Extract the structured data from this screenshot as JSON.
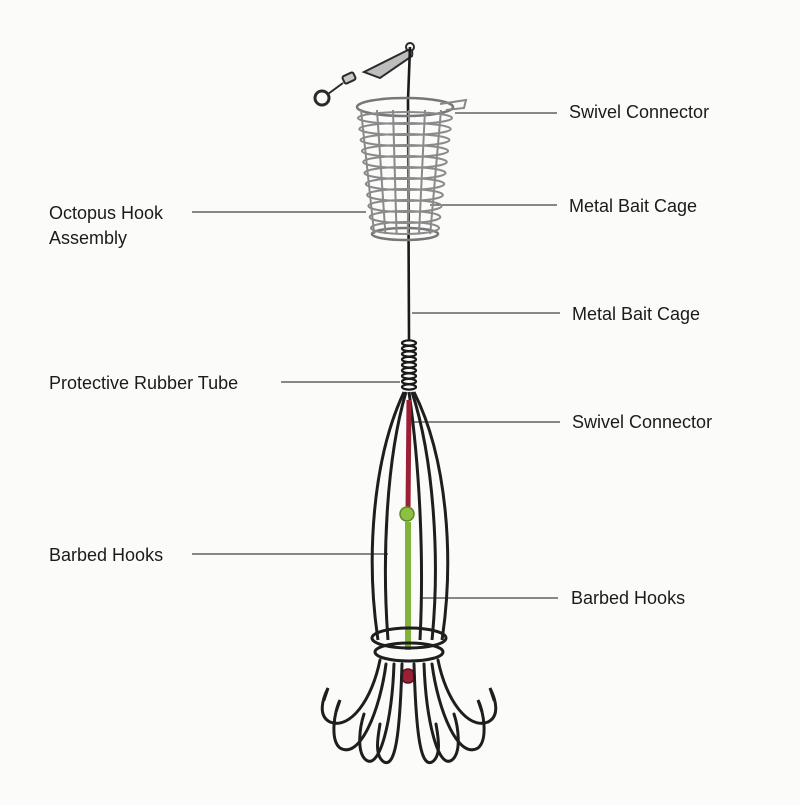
{
  "labels": {
    "swivel_connector_top": "Swivel Connector",
    "metal_bait_cage_top": "Metal Bait Cage",
    "octopus_hook_assembly_line1": "Octopus Hook",
    "octopus_hook_assembly_line2": "Assembly",
    "metal_bait_cage_mid": "Metal Bait Cage",
    "protective_rubber_tube": "Protective Rubber Tube",
    "swivel_connector_mid": "Swivel Connector",
    "barbed_hooks_left": "Barbed Hooks",
    "barbed_hooks_right": "Barbed Hooks"
  },
  "colors": {
    "background": "#fbfbf9",
    "wire": "#1a1a1a",
    "cage_metal": "#8e8e8e",
    "leader_line": "#444444",
    "red_tube": "#9b1f35",
    "green_tube": "#7fb33a"
  }
}
